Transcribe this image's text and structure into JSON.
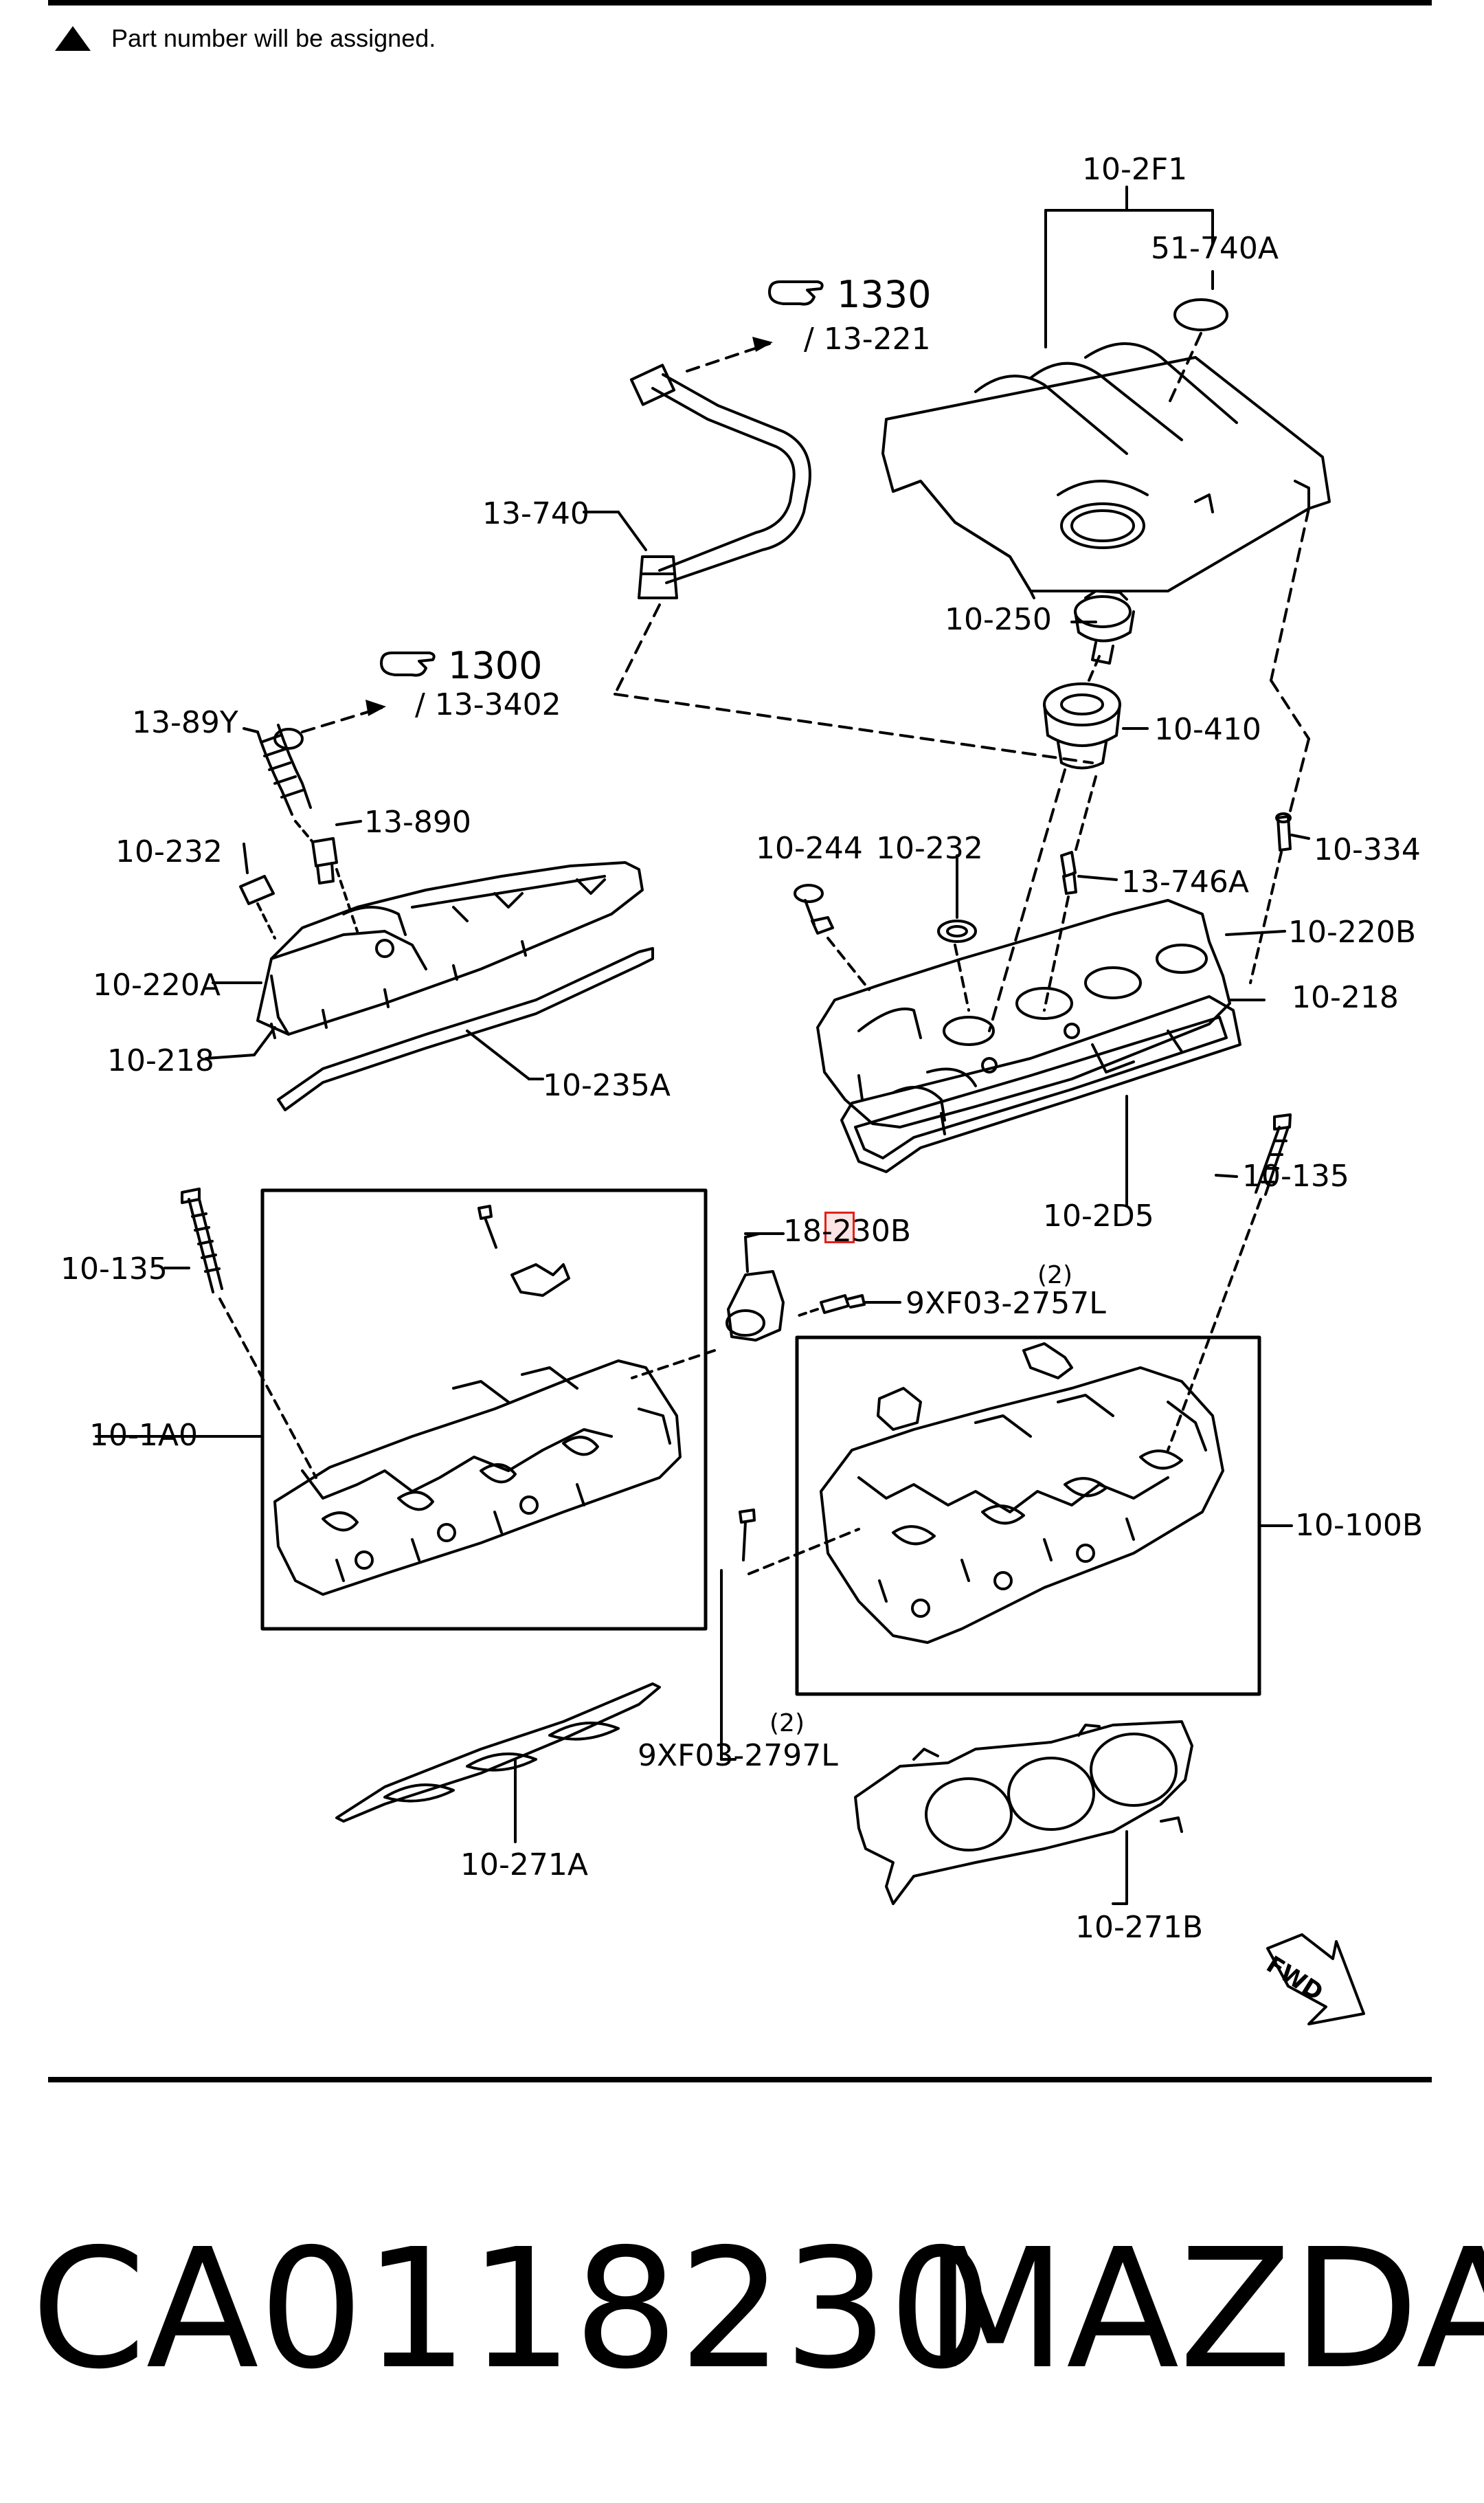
{
  "header": {
    "note": "Part number will be assigned.",
    "note_symbol": "triangle-icon"
  },
  "references": [
    {
      "id": "ref-1330",
      "main": "1330",
      "sub": "/ 13-221"
    },
    {
      "id": "ref-1300",
      "main": "1300",
      "sub": "/ 13-3402"
    }
  ],
  "callouts": {
    "c_10_2F1": "10-2F1",
    "c_51_740A": "51-740A",
    "c_13_740": "13-740",
    "c_10_250": "10-250",
    "c_10_410": "10-410",
    "c_13_89Y": "13-89Y",
    "c_13_890": "13-890",
    "c_10_232a": "10-232",
    "c_10_220A": "10-220A",
    "c_10_218a": "10-218",
    "c_10_235A": "10-235A",
    "c_10_244": "10-244",
    "c_10_232b": "10-232",
    "c_13_746A": "13-746A",
    "c_10_334": "10-334",
    "c_10_220B": "10-220B",
    "c_10_218b": "10-218",
    "c_10_2D5": "10-2D5",
    "c_10_135a": "10-135",
    "c_10_135b": "10-135",
    "c_18_230B": "18-230B",
    "c_9XF03_2757L": "9XF03-2757L",
    "c_qty_2757": "(2)",
    "c_10_1A0": "10-1A0",
    "c_10_100B": "10-100B",
    "c_9XF03_2797L": "9XF03-2797L",
    "c_qty_2797": "(2)",
    "c_10_271A": "10-271A",
    "c_10_271B": "10-271B"
  },
  "direction_badge": "FWD",
  "footer": {
    "part_number": "CA0118230",
    "brand": "MAZDA"
  },
  "colors": {
    "ink": "#000000",
    "paper": "#ffffff",
    "highlight": "#e0201a"
  },
  "icons": {
    "reference": "pointing-hand-icon",
    "direction": "fwd-arrow-icon"
  }
}
